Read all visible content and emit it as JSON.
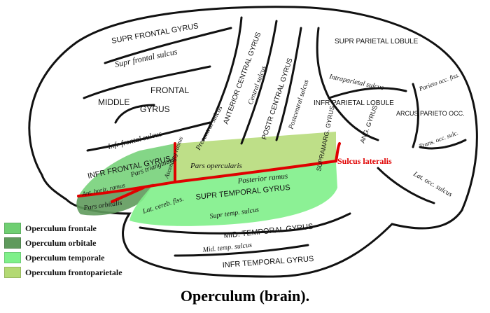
{
  "caption": "Operculum (brain).",
  "colors": {
    "operculum_frontale": "#6fcf72",
    "operculum_orbitale": "#5f9a5c",
    "operculum_temporale": "#7ff08a",
    "operculum_frontoparietale": "#b3d973",
    "sulcus_lateralis_line": "#e00000"
  },
  "legend": [
    {
      "label": "Operculum frontale",
      "color": "#6fcf72"
    },
    {
      "label": "Operculum orbitale",
      "color": "#5f9a5c"
    },
    {
      "label": "Operculum temporale",
      "color": "#7ff08a"
    },
    {
      "label": "Operculum frontoparietale",
      "color": "#b3d973"
    }
  ],
  "labels": {
    "sulcus_lateralis": "Sulcus lateralis",
    "supr_frontal_gyrus": "SUPR FRONTAL GYRUS",
    "supr_frontal_sulcus": "Supr frontal sulcus",
    "middle": "MIDDLE",
    "frontal": "FRONTAL",
    "gyrus": "GYRUS",
    "infr_frontal_sulcus": "Infr frontal sulcus",
    "infr_frontal_gyrus": "INFR FRONTAL GYRUS",
    "precentral_sulcus": "Precentral sulcus",
    "anterior_central_gyrus": "ANTERIOR CENTRAL GYRUS",
    "central_sulcus": "Central sulcus",
    "postr_central_gyrus": "POSTR CENTRAL GYRUS",
    "postcentral_sulcus": "Postcentral sulcus",
    "supr_parietal_lobule": "SUPR PARIETAL LOBULE",
    "intraparietal_sulcus": "Intraparietal sulcus",
    "infr_parietal_lobule": "INFR PARIETAL LOBULE",
    "parieto_occ_fiss": "Parieto occ. fiss.",
    "arcus_parieto_occ": "ARCUS PARIETO OCC.",
    "trans_occ_sulc": "Trans. occ. sulc.",
    "supramarg_gyrus": "SUPRAMARG. GYRUS",
    "ang_gyrus": "ANG. GYRUS",
    "lat_occ_sulcus": "Lat. occ. sulcus",
    "pars_opercularis": "Pars opercularis",
    "pars_triangularis": "Pars triangularis",
    "ascending_ramus": "Ascending ramus",
    "anterior_horizontal_ramus": "Ant. horiz. ramus",
    "pars_orbitalis": "Pars orbitalis",
    "posterior_ramus": "Posterior ramus",
    "lat_cereb_fiss": "Lat. cereb. fiss.",
    "supr_temporal_gyrus": "SUPR TEMPORAL GYRUS",
    "supr_temp_sulcus": "Supr temp. sulcus",
    "mid_temporal_gyrus": "MID. TEMPORAL GYRUS",
    "mid_temp_sulcus": "Mid. temp. sulcus",
    "infr_temporal_gyrus": "INFR TEMPORAL GYRUS"
  }
}
